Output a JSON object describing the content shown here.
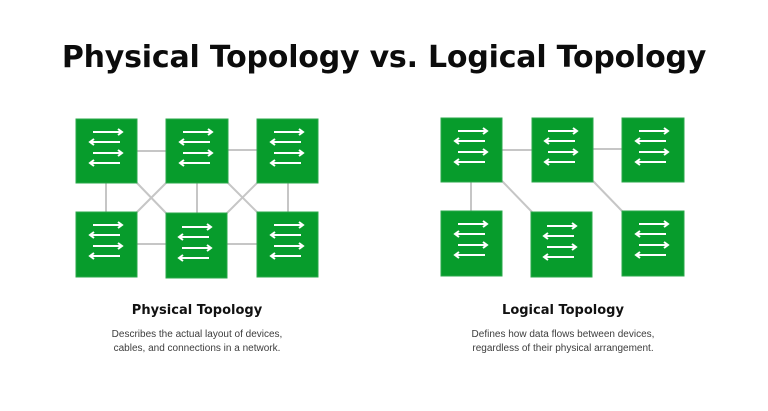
{
  "title": "Physical Topology vs. Logical Topology",
  "colors": {
    "node_fill": "#079c2c",
    "node_border": "#2aa84a",
    "arrow": "#ffffff",
    "link": "#c6c6c6",
    "background": "#ffffff"
  },
  "panels": {
    "physical": {
      "heading": "Physical Topology",
      "description_line1": "Describes the actual layout of devices,",
      "description_line2": "cables, and connections in a network.",
      "nodes": [
        {
          "id": "P1",
          "icon": "bidirectional-arrows-icon"
        },
        {
          "id": "P2",
          "icon": "bidirectional-arrows-icon"
        },
        {
          "id": "P3",
          "icon": "bidirectional-arrows-icon"
        },
        {
          "id": "P4",
          "icon": "bidirectional-arrows-icon"
        },
        {
          "id": "P5",
          "icon": "bidirectional-arrows-icon"
        },
        {
          "id": "P6",
          "icon": "bidirectional-arrows-icon"
        }
      ],
      "links": [
        [
          "P1",
          "P2"
        ],
        [
          "P2",
          "P3"
        ],
        [
          "P4",
          "P5"
        ],
        [
          "P5",
          "P6"
        ],
        [
          "P1",
          "P4"
        ],
        [
          "P2",
          "P5"
        ],
        [
          "P3",
          "P6"
        ],
        [
          "P1",
          "P5"
        ],
        [
          "P2",
          "P4"
        ],
        [
          "P2",
          "P6"
        ],
        [
          "P3",
          "P5"
        ]
      ]
    },
    "logical": {
      "heading": "Logical Topology",
      "description_line1": "Defines how data flows between devices,",
      "description_line2": "regardless of their physical arrangement.",
      "nodes": [
        {
          "id": "L1",
          "icon": "bidirectional-arrows-icon"
        },
        {
          "id": "L2",
          "icon": "bidirectional-arrows-icon"
        },
        {
          "id": "L3",
          "icon": "bidirectional-arrows-icon"
        },
        {
          "id": "L4",
          "icon": "bidirectional-arrows-icon"
        },
        {
          "id": "L5",
          "icon": "bidirectional-arrows-icon"
        },
        {
          "id": "L6",
          "icon": "bidirectional-arrows-icon"
        }
      ],
      "links": [
        [
          "L1",
          "L2"
        ],
        [
          "L2",
          "L3"
        ],
        [
          "L1",
          "L4"
        ],
        [
          "L1",
          "L5"
        ],
        [
          "L2",
          "L6"
        ]
      ]
    }
  }
}
